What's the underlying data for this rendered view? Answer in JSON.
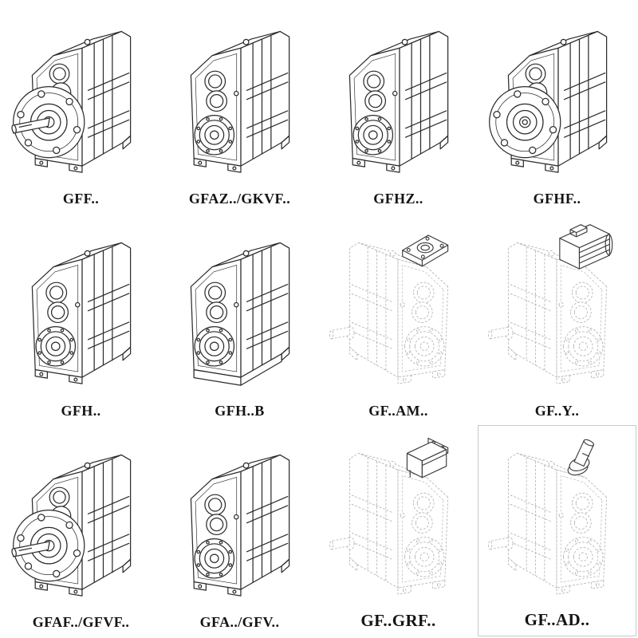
{
  "page": {
    "background": "#ffffff",
    "ink_color": "#2b2b2b",
    "phantom_line_color": "#b3b3b3"
  },
  "catalog": {
    "rows": 3,
    "cols": 4,
    "cells": [
      {
        "label": "GFF..",
        "icon": "gearbox-flange-output-shaft-icon"
      },
      {
        "label": "GFAZ../GKVF..",
        "icon": "gearbox-hollow-shaft-icon"
      },
      {
        "label": "GFHZ..",
        "icon": "gearbox-hollow-shaft-icon"
      },
      {
        "label": "GFHF..",
        "icon": "gearbox-flange-hollow-icon"
      },
      {
        "label": "GFH..",
        "icon": "gearbox-hollow-shaft-icon"
      },
      {
        "label": "GFH..B",
        "icon": "gearbox-foot-mounted-icon"
      },
      {
        "label": "GF..AM..",
        "icon": "gearbox-iec-adapter-flange-icon"
      },
      {
        "label": "GF..Y..",
        "icon": "gearbox-motor-mounted-icon"
      },
      {
        "label": "GFAF../GFVF..",
        "icon": "gearbox-flange-output-shaft-icon"
      },
      {
        "label": "GFA../GFV..",
        "icon": "gearbox-hollow-shaft-icon"
      },
      {
        "label": "GF..GRF..",
        "icon": "gearbox-adapter-box-icon"
      },
      {
        "label": "GF..AD..",
        "icon": "gearbox-input-shaft-top-icon"
      }
    ]
  }
}
